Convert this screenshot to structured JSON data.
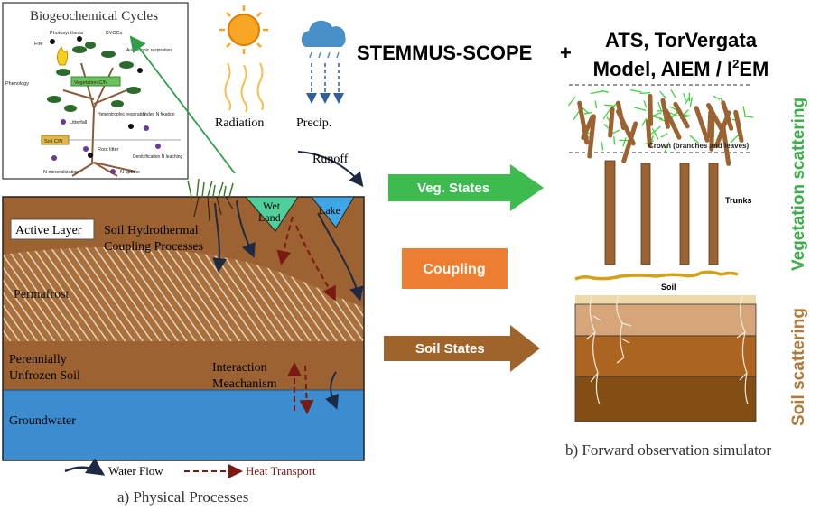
{
  "inset": {
    "title": "Biogeochemical Cycles",
    "labels": {
      "photosynthesis": "Photosynthesis",
      "bvocs": "BVOCs",
      "fire": "Fire",
      "autotrophic": "Autotrophic respiration",
      "phenology": "Phenology",
      "vegetation_cn": "Vegetation C/N",
      "heterotrophic": "Heterotrophic respiration",
      "ndep": "N dep N fixation",
      "litterfall": "Litterfall",
      "soil_cn": "Soil C/N",
      "root_litter": "Root litter",
      "denitrification": "Denitrification N leaching",
      "n_mineralization": "N mineralization",
      "n_uptake": "N uptake"
    }
  },
  "physical": {
    "radiation": "Radiation",
    "precip": "Precip.",
    "runoff": "Runoff",
    "wetland_1": "Wet",
    "wetland_2": "Land",
    "lake": "Lake",
    "active_layer": "Active Layer",
    "coupling_1": "Soil Hydrothermal",
    "coupling_2": "Coupling Processes",
    "permafrost": "Permafrost",
    "unfrozen_1": "Perennially",
    "unfrozen_2": "Unfrozen Soil",
    "interaction_1": "Interaction",
    "interaction_2": "Meachanism",
    "groundwater": "Groundwater",
    "legend_water": "Water Flow",
    "legend_heat": "Heat Transport",
    "caption": "a) Physical Processes"
  },
  "header": {
    "left": "STEMMUS-SCOPE",
    "plus": "+",
    "right_1": "ATS, TorVergata",
    "right_2": "Model, AIEM / I",
    "right_2_sup": "2",
    "right_2_end": "EM"
  },
  "arrows": {
    "veg_states": "Veg. States",
    "coupling": "Coupling",
    "soil_states": "Soil States"
  },
  "simulator": {
    "crown": "Crown (branches and leaves)",
    "trunks": "Trunks",
    "soil": "Soil",
    "veg_scattering": "Vegetation scattering",
    "soil_scattering": "Soil scattering",
    "caption": "b) Forward observation simulator"
  },
  "colors": {
    "veg_green": "#3dae49",
    "coupling_orange": "#ed7d31",
    "soil_brown": "#a0642a",
    "active_layer": "#9c6231",
    "groundwater": "#3c8cd0"
  }
}
